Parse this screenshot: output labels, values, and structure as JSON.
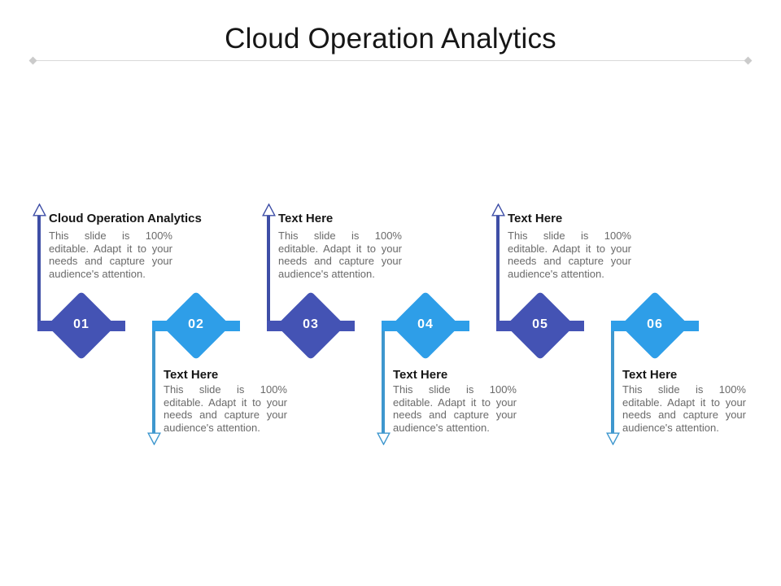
{
  "slide": {
    "title": "Cloud Operation Analytics"
  },
  "colors": {
    "indigo": "#4453B4",
    "indigo-line": "#3E4EA6",
    "blue": "#2E9EE8",
    "blue-line": "#3E97CE",
    "divider": "#D9D9D9",
    "heading-text": "#161616",
    "body-text": "#6A6A6A",
    "number-text": "#FFFFFF"
  },
  "sections": [
    {
      "number": "01",
      "heading": "Cloud Operation Analytics",
      "body": "This slide is 100% editable. Adapt it to your needs and capture your audience's attention.",
      "placement": "above"
    },
    {
      "number": "02",
      "heading": "Text Here",
      "body": "This slide is 100% editable. Adapt it to your needs and capture your audience's attention.",
      "placement": "below"
    },
    {
      "number": "03",
      "heading": "Text Here",
      "body": "This slide is 100% editable. Adapt it to your needs and capture your audience's attention.",
      "placement": "above"
    },
    {
      "number": "04",
      "heading": "Text Here",
      "body": "This slide is 100% editable. Adapt it to your needs and capture your audience's attention.",
      "placement": "below"
    },
    {
      "number": "05",
      "heading": "Text Here",
      "body": "This slide is 100% editable. Adapt it to your needs and capture your audience's attention.",
      "placement": "above"
    },
    {
      "number": "06",
      "heading": "Text Here",
      "body": "This slide is 100% editable. Adapt it to your needs and capture your audience's attention.",
      "placement": "below"
    }
  ]
}
